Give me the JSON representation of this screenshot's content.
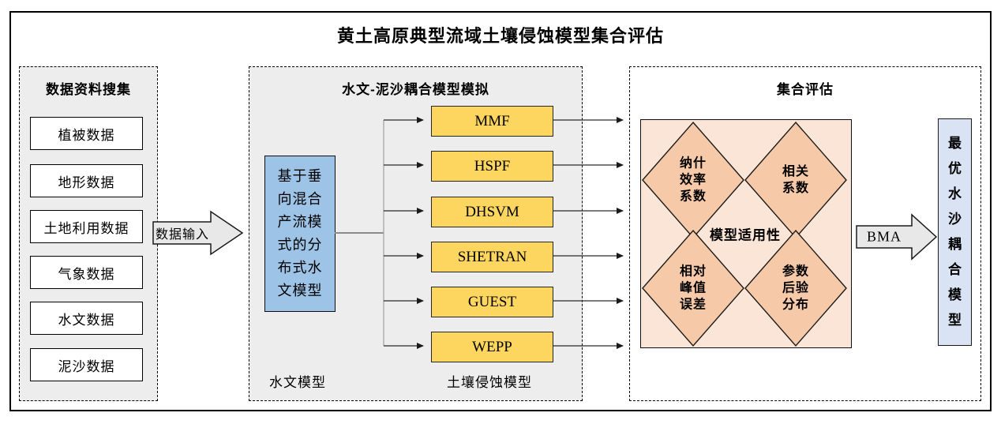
{
  "title": "黄土高原典型流域土壤侵蚀模型集合评估",
  "data_collection": {
    "header": "数据资料搜集",
    "items": [
      "植被数据",
      "地形数据",
      "土地利用数据",
      "气象数据",
      "水文数据",
      "泥沙数据"
    ]
  },
  "flow": {
    "data_input_label": "数据输入",
    "bma_label": "BMA"
  },
  "simulation": {
    "header": "水文-泥沙耦合模型模拟",
    "hydrological_model": "基于垂\n向混合\n产流模\n式的分\n布式水\n文模型",
    "erosion_models": [
      "MMF",
      "HSPF",
      "DHSVM",
      "SHETRAN",
      "GUEST",
      "WEPP"
    ],
    "hydro_footer": "水文模型",
    "erosion_footer": "土壤侵蚀模型"
  },
  "evaluation": {
    "header": "集合评估",
    "applicability_label": "模型适用性",
    "criteria": [
      "纳什\n效率\n系数",
      "相关\n系数",
      "相对\n峰值\n误差",
      "参数\n后验\n分布"
    ],
    "result": "最\n优\n水\n沙\n耦\n合\n模\n型"
  },
  "colors": {
    "panel_bg": "#ededed",
    "model_yellow": "#fcd65f",
    "hydro_blue": "#9dc3e6",
    "result_blue": "#dae3f3",
    "eval_box_bg": "#fbe5d6",
    "criterion_fill": "#f6c9a8",
    "block_arrow_fill": "#e9e8e8"
  }
}
